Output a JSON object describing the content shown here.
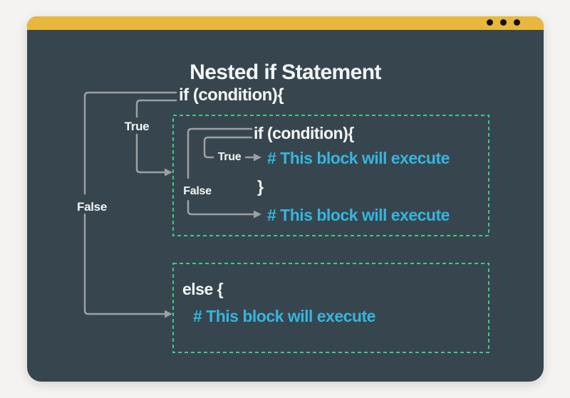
{
  "header": {
    "title": "Nested if Statement"
  },
  "diagram": {
    "outer": {
      "if_code": "if (condition){",
      "true_label": "True",
      "false_label": "False"
    },
    "nested_block": {
      "if_code": "if (condition){",
      "true_label": "True",
      "false_label": "False",
      "true_comment": "# This block will execute",
      "close_brace": "}",
      "false_comment": "# This block will execute"
    },
    "else_block": {
      "code": "else {",
      "comment": "# This block will execute"
    }
  },
  "colors": {
    "page_background": "#f4f3f1",
    "window_body": "#37464e",
    "titlebar_yellow": "#e8b83d",
    "comment_blue": "#35b5de",
    "dashed_box_green": "#3fc78c",
    "connector_gray": "#9da0a2",
    "text_white": "#f4f6f6"
  }
}
